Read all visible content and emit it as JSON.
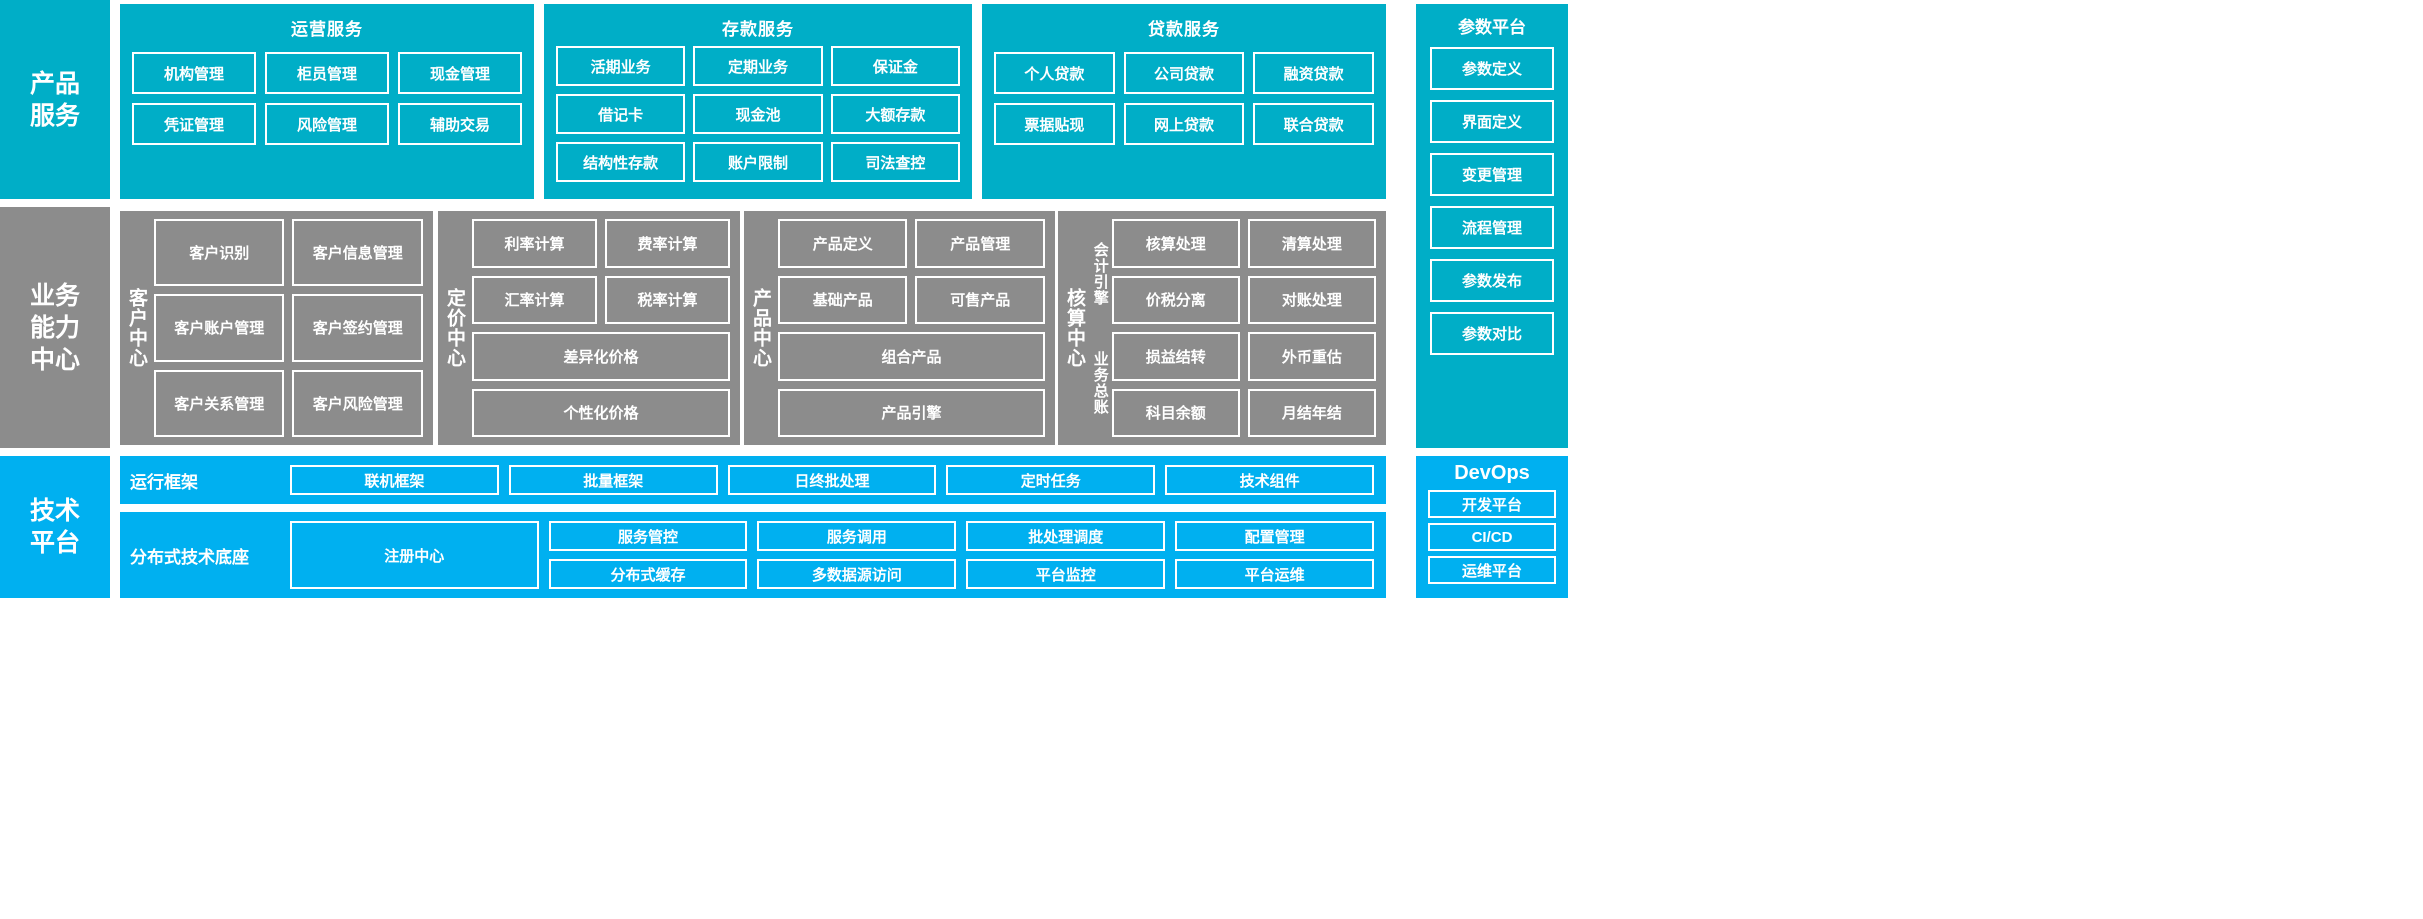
{
  "colors": {
    "teal": "#00aec7",
    "gray": "#8c8c8c",
    "blue": "#00b0f0",
    "border": "#ffffff",
    "text": "#ffffff"
  },
  "layers": {
    "product_service": {
      "label": "产品\n服务"
    },
    "business_capability": {
      "label": "业务\n能力\n中心"
    },
    "technical_platform": {
      "label": "技术\n平台"
    }
  },
  "product_service": {
    "groups": [
      {
        "title": "运营服务",
        "items": [
          "机构管理",
          "柜员管理",
          "现金管理",
          "凭证管理",
          "风险管理",
          "辅助交易"
        ]
      },
      {
        "title": "存款服务",
        "items": [
          "活期业务",
          "定期业务",
          "保证金",
          "借记卡",
          "现金池",
          "大额存款",
          "结构性存款",
          "账户限制",
          "司法查控"
        ]
      },
      {
        "title": "贷款服务",
        "items": [
          "个人贷款",
          "公司贷款",
          "融资贷款",
          "票据贴现",
          "网上贷款",
          "联合贷款"
        ]
      }
    ]
  },
  "parameter_platform": {
    "title": "参数平台",
    "items": [
      "参数定义",
      "界面定义",
      "变更管理",
      "流程管理",
      "参数发布",
      "参数对比"
    ]
  },
  "business_capability": {
    "centers": [
      {
        "name": "客户中心",
        "items": [
          "客户识别",
          "客户信息管理",
          "客户账户管理",
          "客户签约管理",
          "客户关系管理",
          "客户风险管理"
        ]
      },
      {
        "name": "定价中心",
        "items": [
          "利率计算",
          "费率计算",
          "汇率计算",
          "税率计算",
          "差异化价格",
          "个性化价格"
        ]
      },
      {
        "name": "产品中心",
        "items": [
          "产品定义",
          "产品管理",
          "基础产品",
          "可售产品",
          "组合产品",
          "产品引擎"
        ]
      },
      {
        "name": "核算中心",
        "sublabels": [
          "会计引擎",
          "业务总账"
        ],
        "items": [
          "核算处理",
          "清算处理",
          "价税分离",
          "对账处理",
          "损益结转",
          "外币重估",
          "科目余额",
          "月结年结"
        ]
      }
    ]
  },
  "technical_platform": {
    "bands": [
      {
        "name": "运行框架",
        "items": [
          "联机框架",
          "批量框架",
          "日终批处理",
          "定时任务",
          "技术组件"
        ]
      },
      {
        "name": "分布式技术底座",
        "wide_item": "注册中心",
        "items": [
          "服务管控",
          "服务调用",
          "批处理调度",
          "配置管理",
          "分布式缓存",
          "多数据源访问",
          "平台监控",
          "平台运维"
        ]
      }
    ]
  },
  "devops": {
    "title": "DevOps",
    "items": [
      "开发平台",
      "CI/CD",
      "运维平台"
    ]
  }
}
